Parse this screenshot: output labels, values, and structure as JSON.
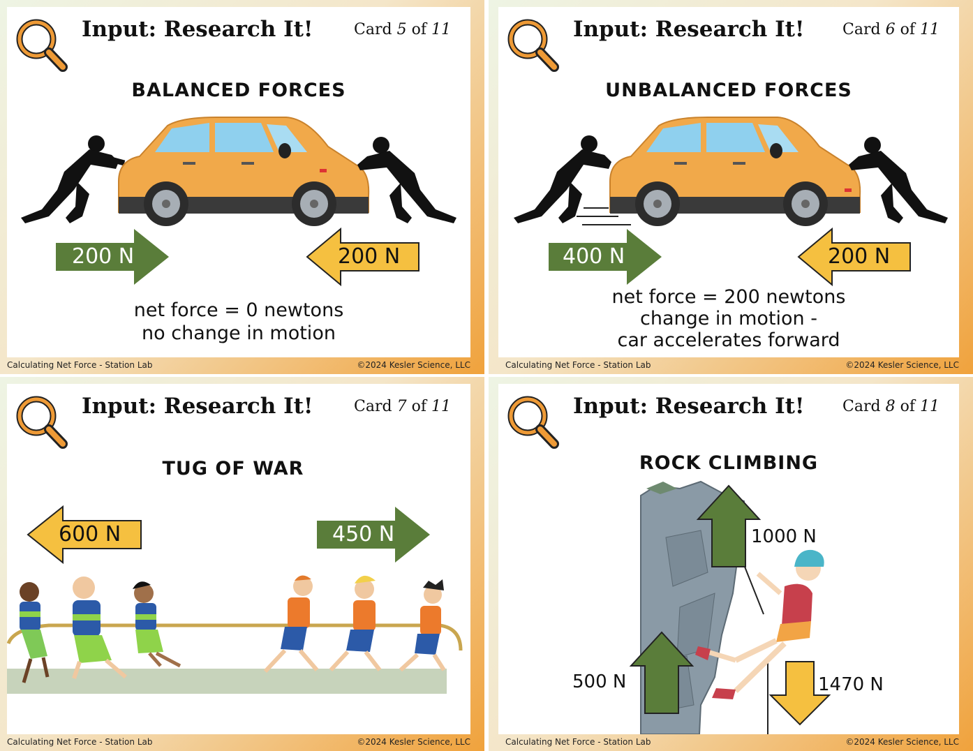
{
  "colors": {
    "green_arrow": "#5a7d3a",
    "yellow_arrow": "#f5c040",
    "card_border": "#f0a23c",
    "car": "#f1a94a"
  },
  "footer": {
    "left": "Calculating Net Force - Station Lab",
    "right": "©2024 Kesler Science, LLC"
  },
  "cards": [
    {
      "title": "Input: Research It!",
      "card_word": "Card",
      "card_num": "5",
      "card_of": "of",
      "card_total": "11",
      "heading": "BALANCED FORCES",
      "left_force": "200 N",
      "right_force": "200 N",
      "caption_lines": [
        "net force = 0 newtons",
        "no change in motion"
      ]
    },
    {
      "title": "Input: Research It!",
      "card_word": "Card",
      "card_num": "6",
      "card_of": "of",
      "card_total": "11",
      "heading": "UNBALANCED FORCES",
      "left_force": "400 N",
      "right_force": "200 N",
      "caption_lines": [
        "net force = 200 newtons",
        "change in motion -",
        "car accelerates forward"
      ]
    },
    {
      "title": "Input: Research It!",
      "card_word": "Card",
      "card_num": "7",
      "card_of": "of",
      "card_total": "11",
      "heading": "TUG OF WAR",
      "left_force": "600 N",
      "right_force": "450 N"
    },
    {
      "title": "Input: Research It!",
      "card_word": "Card",
      "card_num": "8",
      "card_of": "of",
      "card_total": "11",
      "heading": "ROCK CLIMBING",
      "up_force_top": "1000 N",
      "up_force_bottom": "500 N",
      "down_force": "1470 N"
    }
  ]
}
